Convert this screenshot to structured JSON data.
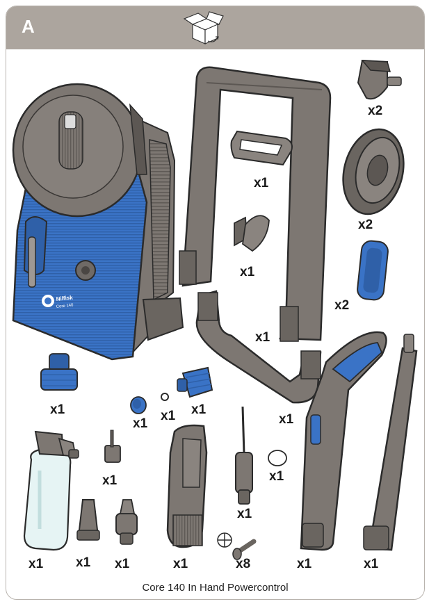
{
  "header": {
    "letter": "A",
    "icon": "open-box-icon"
  },
  "brand": {
    "name": "Nilfisk",
    "model": "Core 140"
  },
  "parts": [
    {
      "id": "pressure-washer-body",
      "qty": ""
    },
    {
      "id": "frame-handle",
      "qty": "x1"
    },
    {
      "id": "handle-grip-cover",
      "qty": "x1"
    },
    {
      "id": "hose-hook",
      "qty": "x1"
    },
    {
      "id": "lower-frame",
      "qty": "x1"
    },
    {
      "id": "foot",
      "qty": "x2"
    },
    {
      "id": "wheel",
      "qty": "x2"
    },
    {
      "id": "wheel-cap",
      "qty": "x2"
    },
    {
      "id": "hose-connector",
      "qty": "x1"
    },
    {
      "id": "plug",
      "qty": "x1"
    },
    {
      "id": "o-ring",
      "qty": "x1"
    },
    {
      "id": "inlet-filter",
      "qty": "x1"
    },
    {
      "id": "frame-bottom",
      "qty": "x1"
    },
    {
      "id": "detergent-bottle",
      "qty": "x1"
    },
    {
      "id": "clip",
      "qty": "x1"
    },
    {
      "id": "screwdriver",
      "qty": "x1"
    },
    {
      "id": "coin-cell",
      "qty": "x1"
    },
    {
      "id": "nozzle-fan",
      "qty": "x1"
    },
    {
      "id": "nozzle-rotary",
      "qty": "x1"
    },
    {
      "id": "accessory-holder",
      "qty": "x1"
    },
    {
      "id": "screws",
      "qty": "x8"
    },
    {
      "id": "spray-gun",
      "qty": "x1"
    },
    {
      "id": "lance",
      "qty": "x1"
    }
  ],
  "caption": "Core 140 In Hand Powercontrol",
  "colors": {
    "header": "#aca59e",
    "part_grey": "#7d7772",
    "part_dark": "#5c5753",
    "accent_blue": "#3a73c6",
    "bottle": "#e6f4f4"
  }
}
